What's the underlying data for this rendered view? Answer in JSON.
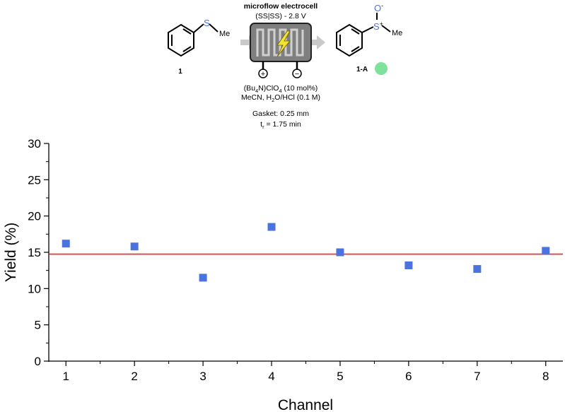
{
  "scheme": {
    "reactor_title": "microflow electrocell",
    "electrodes": "(SS|SS) - 2.8 V",
    "reactant_label": "1",
    "product_label": "1-A",
    "product_dot_color": "#7ee29a",
    "sulfur_atom": "S",
    "sulfur_cation": "S",
    "sulfur_charge": "+",
    "oxygen_atom": "O",
    "oxygen_charge": "-",
    "methyl": "Me",
    "plus_terminal": "+",
    "minus_terminal": "−",
    "electrolyte_prefix": "(Bu",
    "electrolyte_sub": "4",
    "electrolyte_suffix": "N)ClO",
    "electrolyte_sub2": "4",
    "electrolyte_amount": " (10 mol%)",
    "solvent_line_prefix": "MeCN, H",
    "solvent_sub": "2",
    "solvent_line_suffix": "O/HCl (0.1 M)",
    "gasket": "Gasket: 0.25 mm",
    "residence_prefix": "t",
    "residence_sub": "r",
    "residence_suffix": " = 1.75 min"
  },
  "chart_data": {
    "type": "scatter",
    "xlabel": "Channel",
    "ylabel": "Yield (%)",
    "xlim": [
      0.75,
      8.25
    ],
    "ylim": [
      0,
      30
    ],
    "xticks": [
      1,
      2,
      3,
      4,
      5,
      6,
      7,
      8
    ],
    "yticks": [
      0,
      5,
      10,
      15,
      20,
      25,
      30
    ],
    "series": [
      {
        "x": [
          1,
          2,
          3,
          4,
          5,
          6,
          7,
          8
        ],
        "y": [
          16.2,
          15.8,
          11.5,
          18.5,
          15.0,
          13.2,
          12.7,
          15.2
        ],
        "color": "#4a73e0"
      }
    ],
    "reference_line": {
      "y": 14.75,
      "color": "#d9534f"
    },
    "grid": false
  }
}
